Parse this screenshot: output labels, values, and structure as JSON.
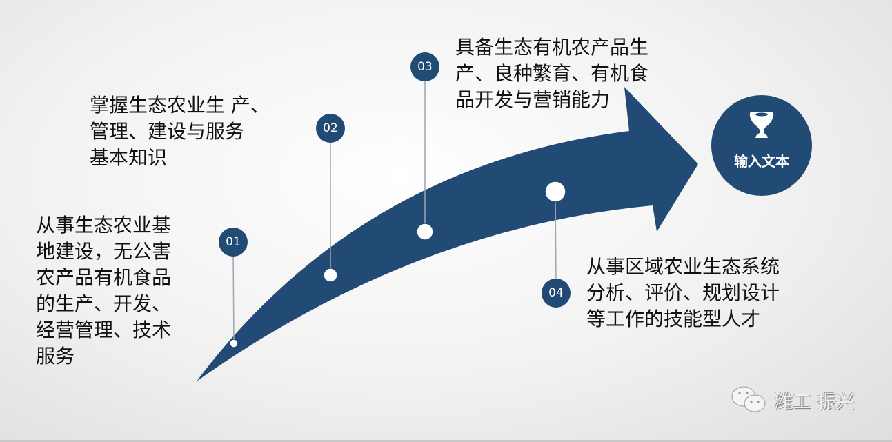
{
  "steps": [
    {
      "num": "01",
      "text": "从事生态农业基\n地建设，无公害\n农产品有机食品\n的生产、开发、\n经营管理、技术\n服务"
    },
    {
      "num": "02",
      "text": "掌握生态农业生 产、\n管理、建设与服务\n基本知识"
    },
    {
      "num": "03",
      "text": "具备生态有机农产品生\n产、良种繁育、有机食\n品开发与营销能力"
    },
    {
      "num": "04",
      "text": "从事区域农业生态系统\n分析、评价、规划设计\n等工作的技能型人才"
    }
  ],
  "goal": {
    "label": "输入文本",
    "icon": "trophy-icon"
  },
  "brand": {
    "text": "潍工 振兴",
    "icon": "wechat-icon"
  },
  "colors": {
    "accent": "#214a75"
  }
}
